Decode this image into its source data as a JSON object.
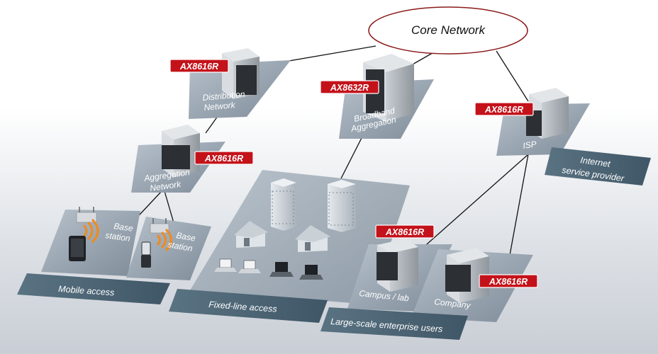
{
  "core_network": {
    "label": "Core Network"
  },
  "models": {
    "distribution": "AX8616R",
    "broadband": "AX8632R",
    "isp": "AX8616R",
    "aggregation": "AX8616R",
    "campus": "AX8616R",
    "company": "AX8616R"
  },
  "platforms": {
    "distribution": {
      "line1": "Distribution",
      "line2": "Network"
    },
    "broadband": {
      "line1": "Broadband",
      "line2": "Aggregation"
    },
    "isp": {
      "line1": "ISP"
    },
    "aggregation": {
      "line1": "Aggregation",
      "line2": "Network"
    },
    "base_station_1": {
      "line1": "Base",
      "line2": "station"
    },
    "base_station_2": {
      "line1": "Base",
      "line2": "station"
    },
    "campus": {
      "line1": "Campus / lab"
    },
    "company": {
      "line1": "Company"
    }
  },
  "bands": {
    "isp_provider": {
      "line1": "Internet",
      "line2": "service provider"
    },
    "mobile": "Mobile access",
    "fixed": "Fixed-line access",
    "enterprise": "Large-scale enterprise users"
  },
  "colors": {
    "tag_red": "#c4121a",
    "platform": "#9aa6b2",
    "band": "#4d6676",
    "core_border": "#8b1a1a"
  }
}
